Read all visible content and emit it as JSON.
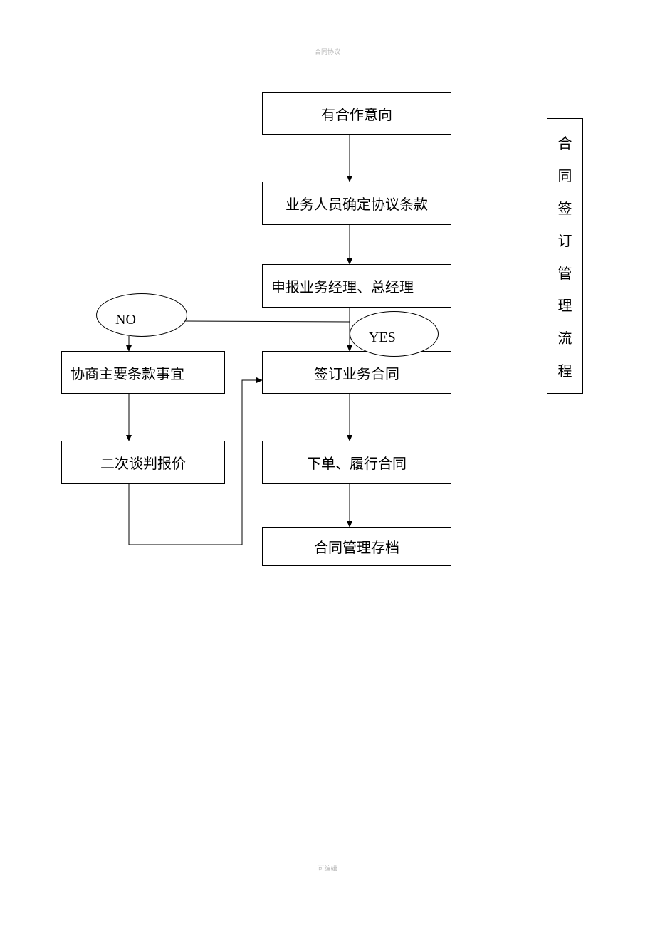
{
  "header": "合同协议",
  "footer": "可编辑",
  "side_title": [
    "合",
    "同",
    "签",
    "订",
    "管",
    "理",
    "流",
    "程"
  ],
  "nodes": {
    "intent": "有合作意向",
    "terms": "业务人员确定协议条款",
    "report": "申报业务经理、总经理",
    "sign": "签订业务合同",
    "order": "下单、履行合同",
    "archive": "合同管理存档",
    "negotiate_terms": "协商主要条款事宜",
    "renegotiate_price": "二次谈判报价"
  },
  "decisions": {
    "no": "NO",
    "yes": "YES"
  }
}
